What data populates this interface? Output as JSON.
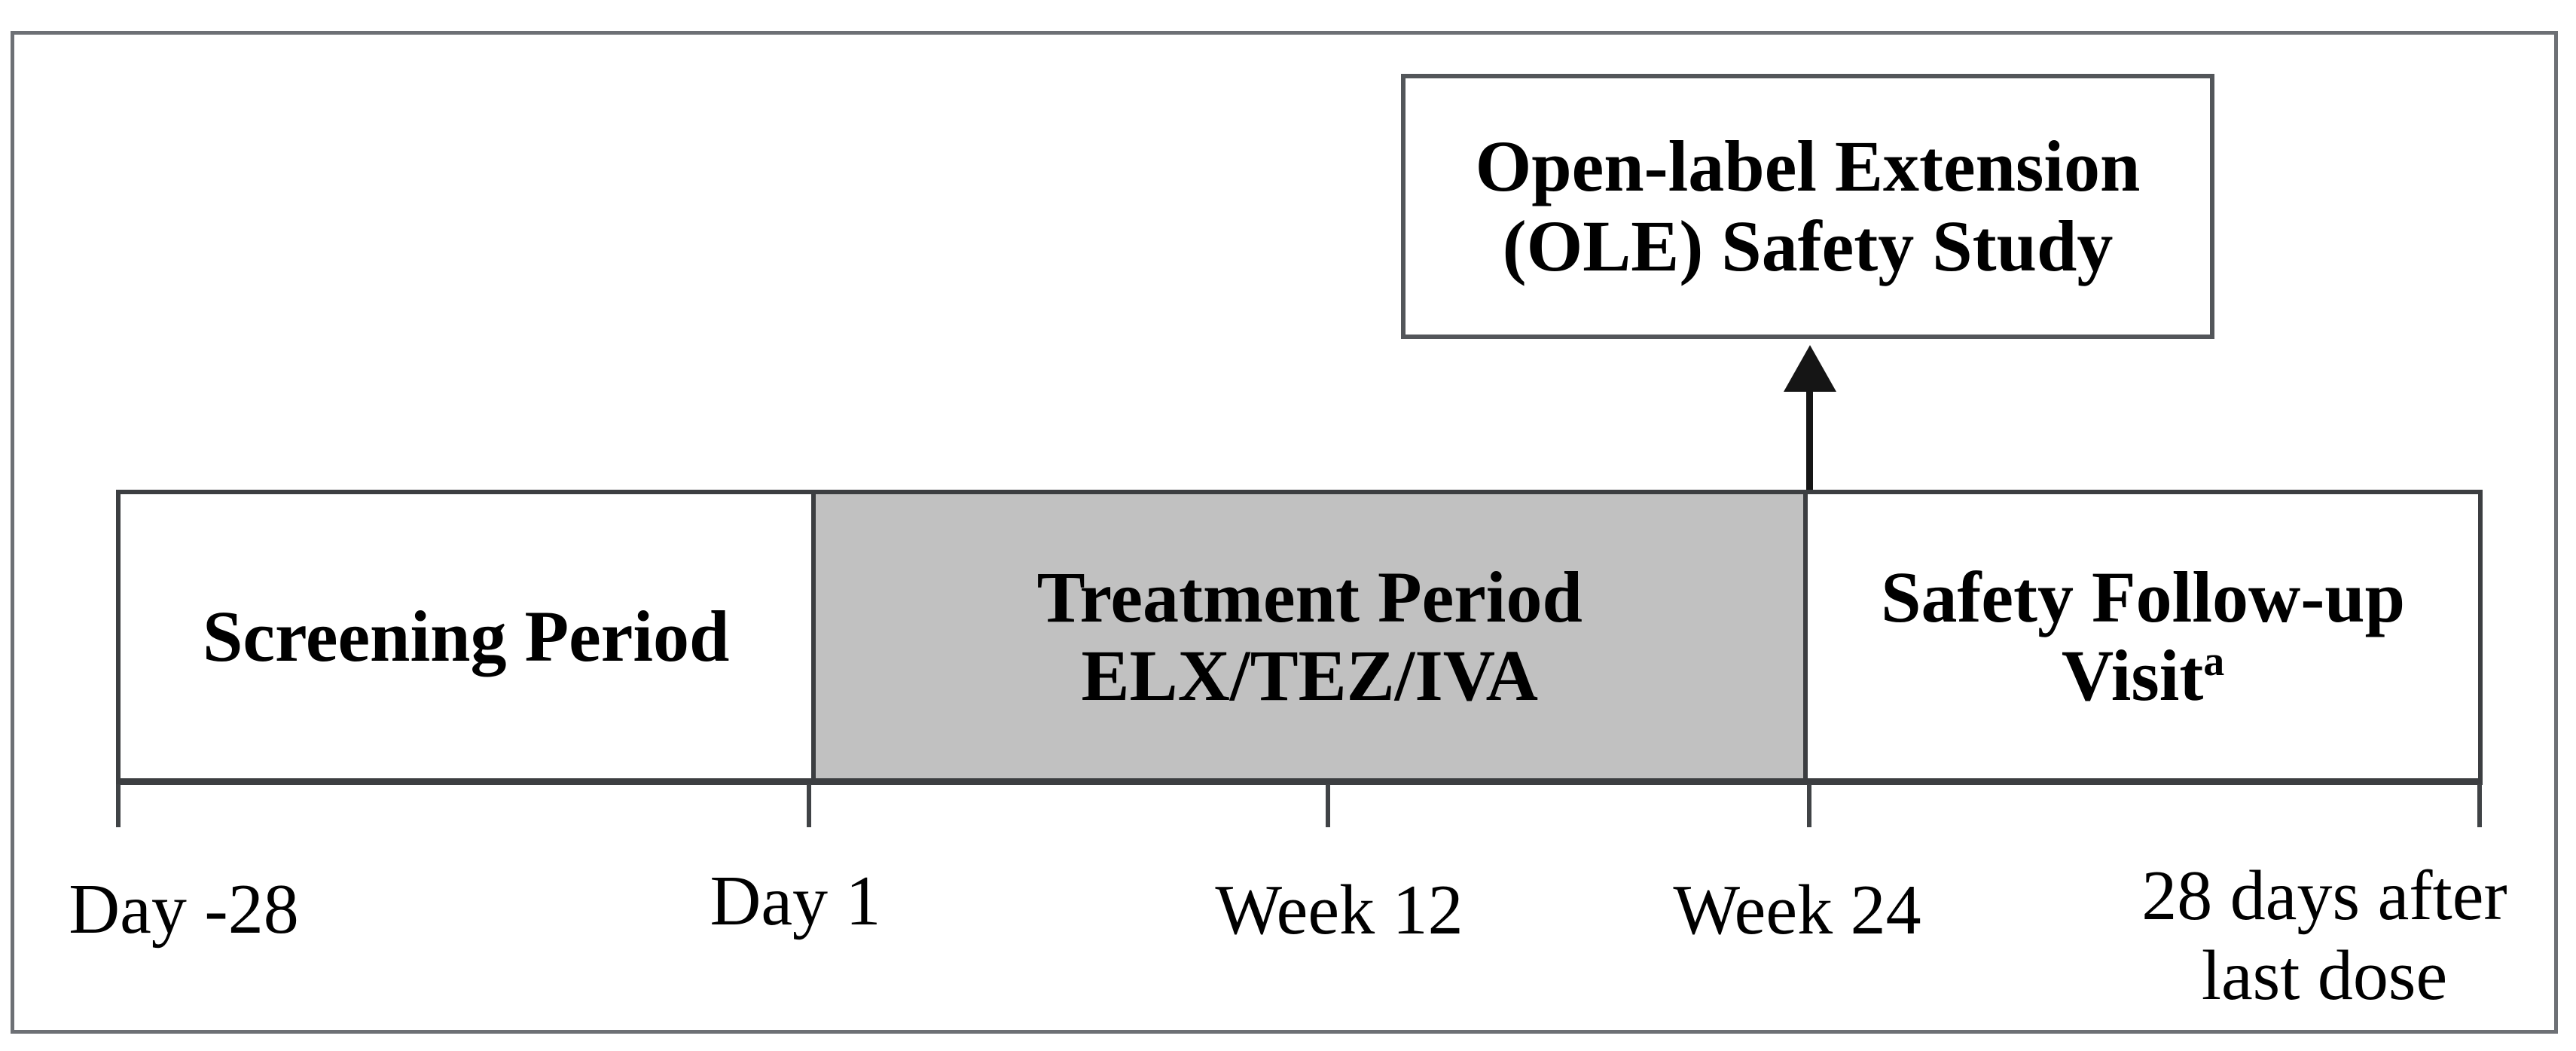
{
  "figure": {
    "type": "clinical-study-design-timeline",
    "ole_box": {
      "line1": "Open-label Extension",
      "line2": "(OLE) Safety Study"
    },
    "timeline": {
      "segments": [
        {
          "name": "screening-period",
          "line1": "Screening Period",
          "shaded": false
        },
        {
          "name": "treatment-period",
          "line1": "Treatment Period",
          "line2": "ELX/TEZ/IVA",
          "shaded": true
        },
        {
          "name": "safety-followup-visit",
          "line1": "Safety Follow-up",
          "line2": "Visit",
          "footnote_marker": "a",
          "shaded": false
        }
      ],
      "milestones": [
        {
          "label": "Day -28"
        },
        {
          "label": "Day 1"
        },
        {
          "label": "Week 12"
        },
        {
          "label": "Week 24"
        },
        {
          "line1": "28 days after",
          "line2": "last dose"
        }
      ]
    },
    "colors": {
      "treatment_fill": "#c1c1c1",
      "frame_border": "#6d7075",
      "band_border": "#3c3e41",
      "ole_box_border": "#53565a",
      "arrow": "#151515",
      "text": "#000000"
    }
  }
}
